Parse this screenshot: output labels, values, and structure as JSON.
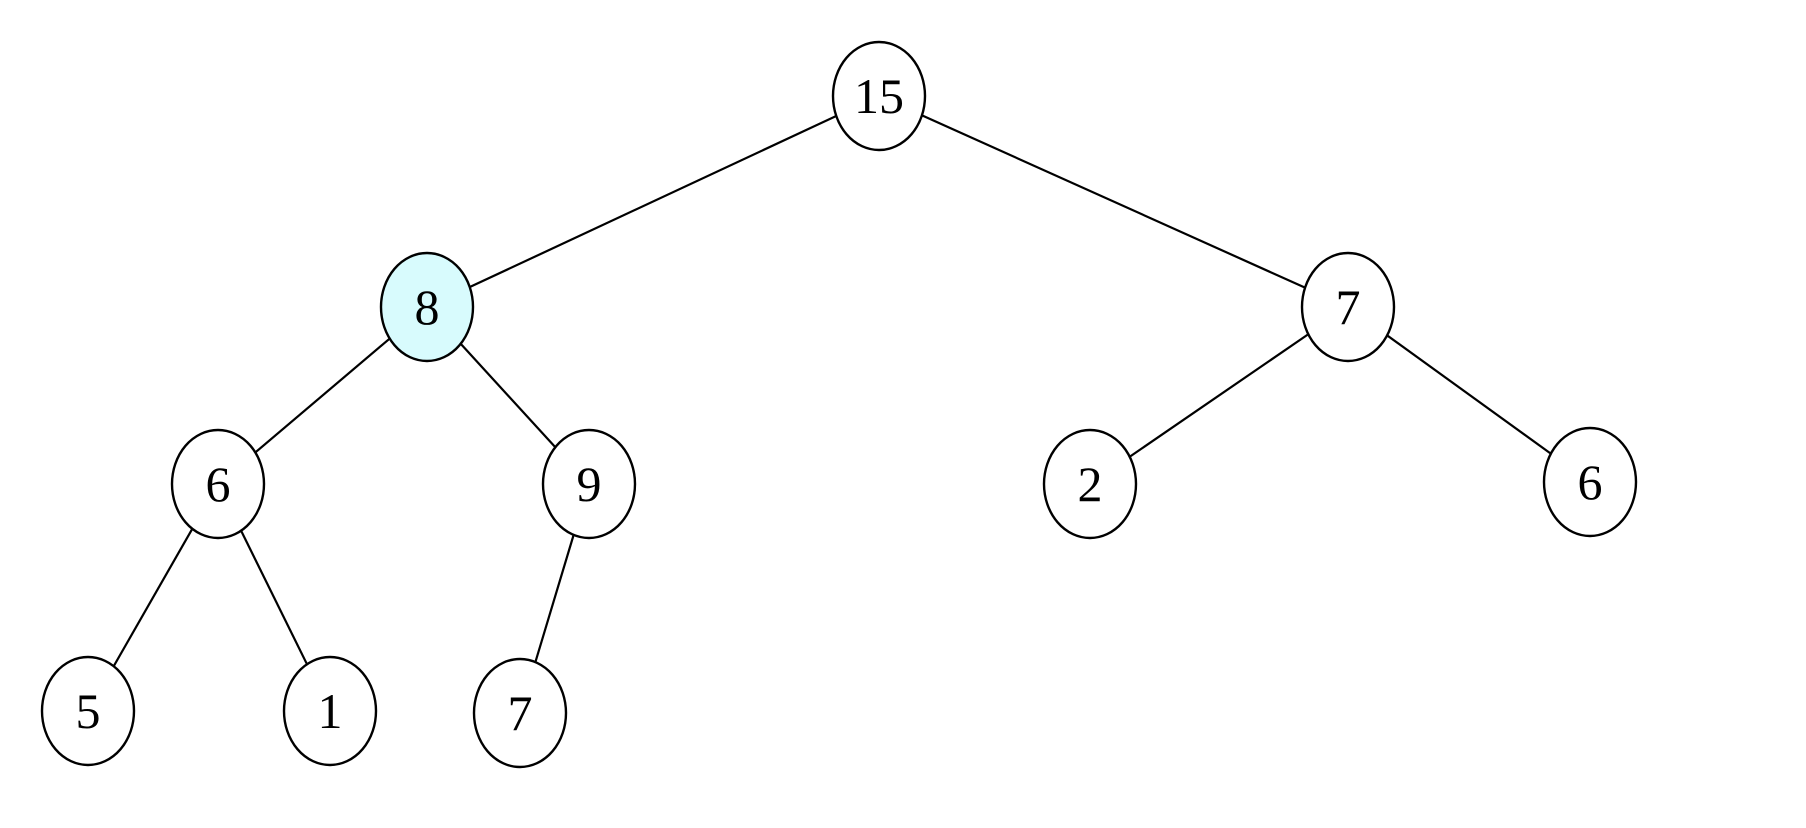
{
  "colors": {
    "background": "#ffffff",
    "stroke": "#000000",
    "default_fill": "#ffffff",
    "highlight_fill": "#d8fbfd"
  },
  "tree": {
    "nodes": [
      {
        "id": "n1",
        "label": "15",
        "highlighted": false
      },
      {
        "id": "n2",
        "label": "8",
        "highlighted": true
      },
      {
        "id": "n3",
        "label": "7",
        "highlighted": false
      },
      {
        "id": "n4",
        "label": "6",
        "highlighted": false
      },
      {
        "id": "n5",
        "label": "9",
        "highlighted": false
      },
      {
        "id": "n6",
        "label": "2",
        "highlighted": false
      },
      {
        "id": "n7",
        "label": "6",
        "highlighted": false
      },
      {
        "id": "n8",
        "label": "5",
        "highlighted": false
      },
      {
        "id": "n9",
        "label": "1",
        "highlighted": false
      },
      {
        "id": "n10",
        "label": "7",
        "highlighted": false
      }
    ],
    "edges": [
      {
        "from": "n1",
        "to": "n2"
      },
      {
        "from": "n1",
        "to": "n3"
      },
      {
        "from": "n2",
        "to": "n4"
      },
      {
        "from": "n2",
        "to": "n5"
      },
      {
        "from": "n3",
        "to": "n6"
      },
      {
        "from": "n3",
        "to": "n7"
      },
      {
        "from": "n4",
        "to": "n8"
      },
      {
        "from": "n4",
        "to": "n9"
      },
      {
        "from": "n5",
        "to": "n10"
      }
    ]
  }
}
